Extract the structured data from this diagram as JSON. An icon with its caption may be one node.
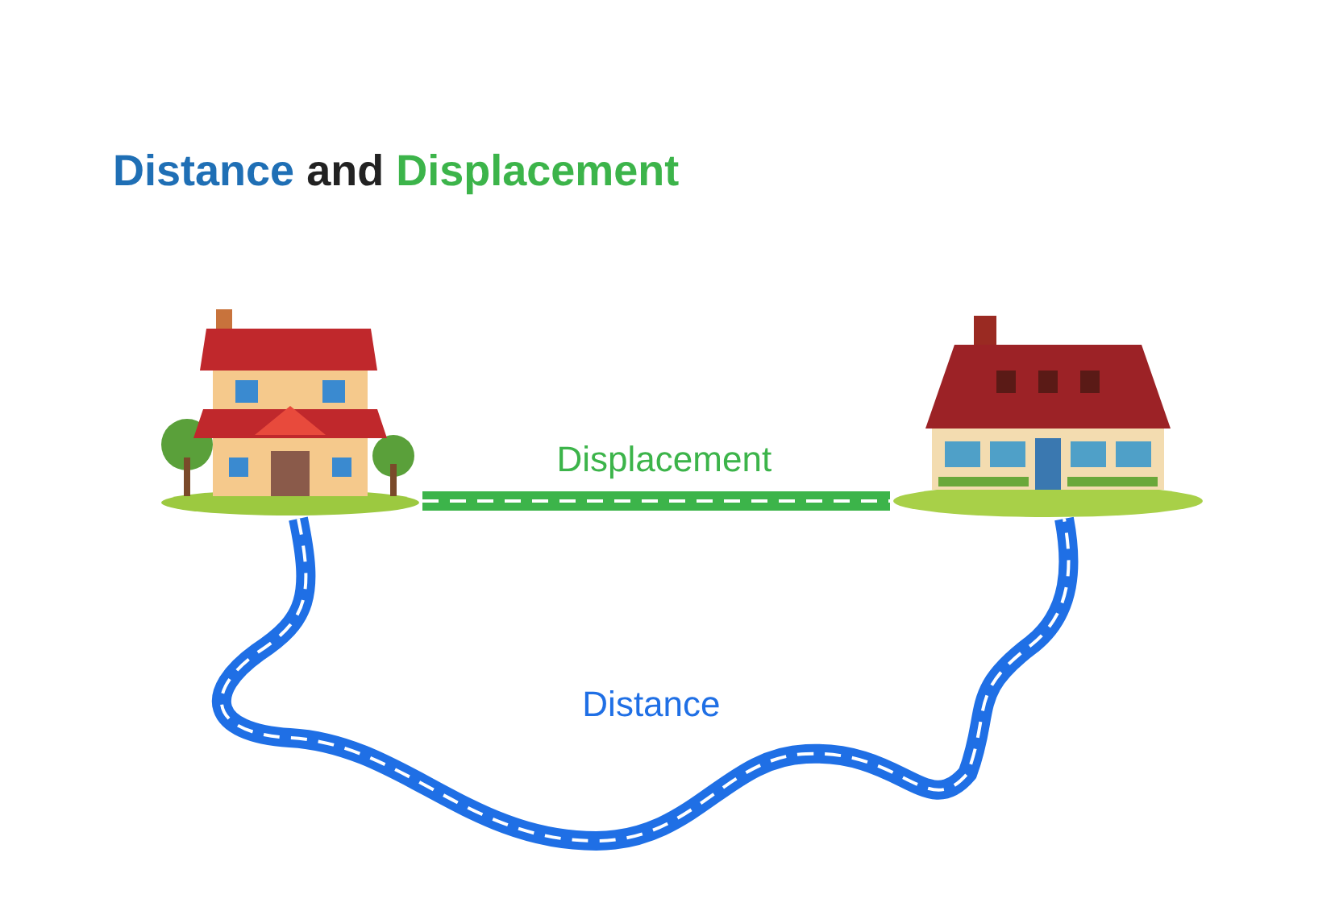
{
  "diagram": {
    "title": "Distance and Displacement",
    "nodes": [
      {
        "text": [],
        "shape": "picture"
      },
      {
        "text": [],
        "shape": "picture"
      }
    ],
    "edges": [
      {
        "from": 0,
        "to": 1,
        "arrow": "none",
        "label": "Displacement",
        "color": "#3cb44a"
      },
      {
        "from": 0,
        "to": 1,
        "arrow": "none",
        "label": "Distance",
        "color": "#1f6fe5"
      }
    ]
  }
}
